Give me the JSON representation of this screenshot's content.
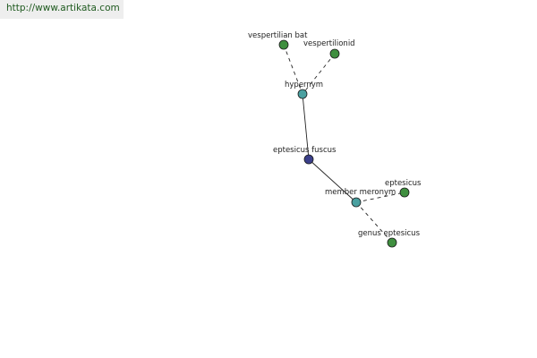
{
  "header": {
    "url": "http://www.artikata.com"
  },
  "graph": {
    "colors": {
      "center": "#3b3f8a",
      "relation": "#4aa0a0",
      "leaf": "#3f8f3f",
      "edge": "#222222"
    },
    "nodes": [
      {
        "id": "vespertilian-bat",
        "label": "vespertilian bat",
        "kind": "leaf"
      },
      {
        "id": "vespertilionid",
        "label": "vespertilionid",
        "kind": "leaf"
      },
      {
        "id": "hypernym",
        "label": "hypernym",
        "kind": "relation"
      },
      {
        "id": "eptesicus-fuscus",
        "label": "eptesicus fuscus",
        "kind": "center"
      },
      {
        "id": "member-meronym",
        "label": "member meronym",
        "kind": "relation"
      },
      {
        "id": "eptesicus",
        "label": "eptesicus",
        "kind": "leaf"
      },
      {
        "id": "genus-eptesicus",
        "label": "genus eptesicus",
        "kind": "leaf"
      }
    ],
    "edges": [
      {
        "from": "vespertilian-bat",
        "to": "hypernym",
        "style": "dashed"
      },
      {
        "from": "vespertilionid",
        "to": "hypernym",
        "style": "dashed"
      },
      {
        "from": "hypernym",
        "to": "eptesicus-fuscus",
        "style": "solid"
      },
      {
        "from": "eptesicus-fuscus",
        "to": "member-meronym",
        "style": "solid"
      },
      {
        "from": "member-meronym",
        "to": "eptesicus",
        "style": "dashed"
      },
      {
        "from": "member-meronym",
        "to": "genus-eptesicus",
        "style": "dashed"
      }
    ]
  }
}
